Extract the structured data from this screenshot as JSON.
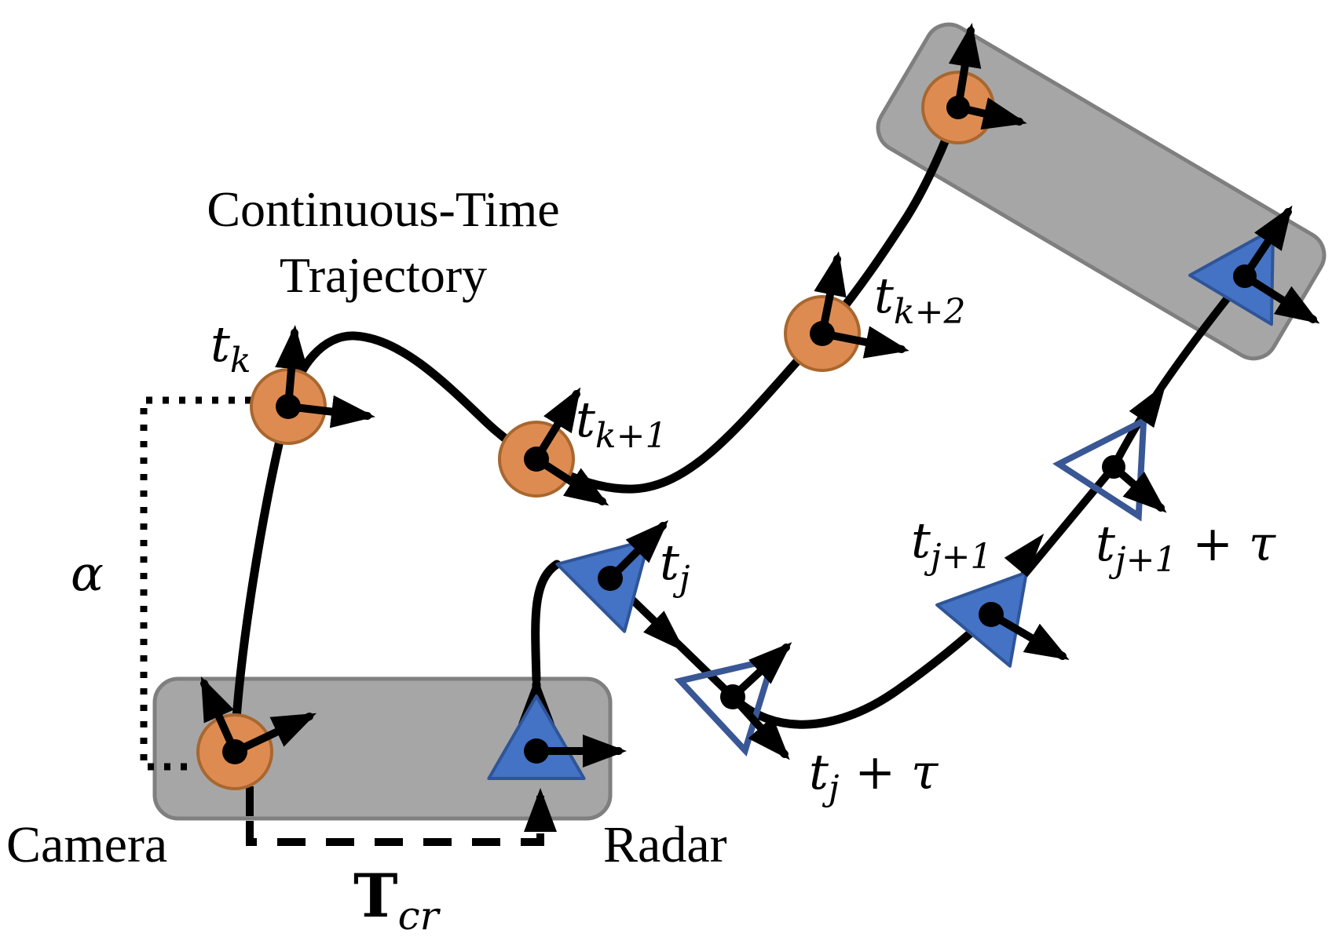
{
  "colors": {
    "ink": "#000000",
    "camera_fill": "#DE8B52",
    "camera_stroke": "#A8672F",
    "radar_fill": "#4472C4",
    "radar_stroke": "#2F5597",
    "radar_outline": "#3A5795",
    "body_fill": "#A6A6A6",
    "body_stroke": "#7F7F7F"
  },
  "title": {
    "line1": "Continuous-Time",
    "line2": "Trajectory"
  },
  "labels": {
    "alpha": "α",
    "camera": "Camera",
    "radar": "Radar",
    "extrinsic": {
      "base": "T",
      "sub": "cr"
    },
    "t_k": {
      "base": "t",
      "sub": "k"
    },
    "t_k1": {
      "base": "t",
      "sub": "k+1"
    },
    "t_k2": {
      "base": "t",
      "sub": "k+2"
    },
    "t_j": {
      "base": "t",
      "sub": "j"
    },
    "t_j_tau": {
      "base": "t",
      "sub": "j",
      "suffix": " + τ"
    },
    "t_j1": {
      "base": "t",
      "sub": "j+1"
    },
    "t_j1_tau": {
      "base": "t",
      "sub": "j+1",
      "suffix": " + τ"
    }
  }
}
